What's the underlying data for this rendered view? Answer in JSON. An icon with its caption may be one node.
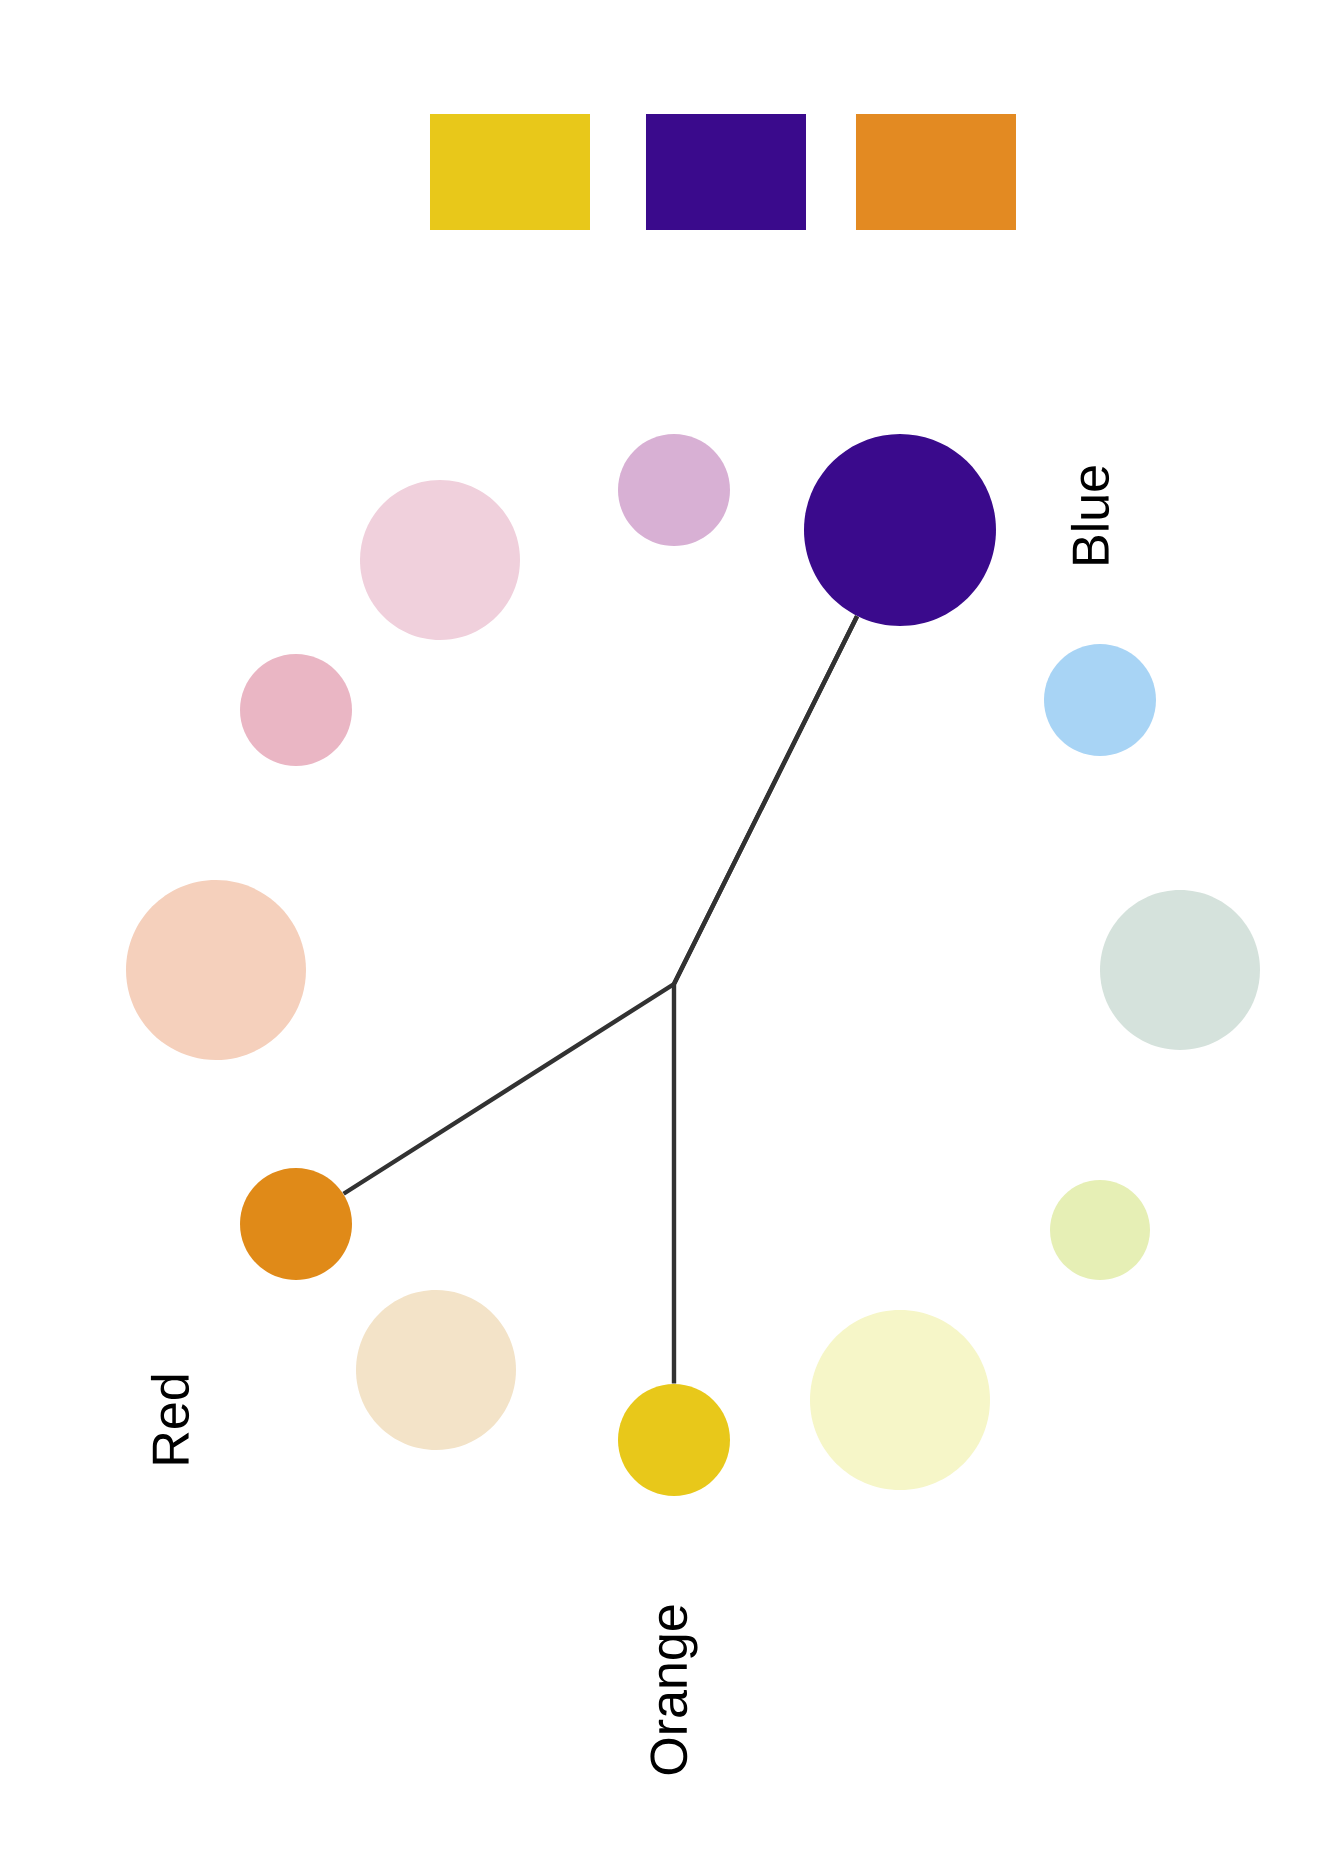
{
  "diagram": {
    "nodes": [
      {
        "text": [],
        "shape": "circle",
        "beside": [
          "Blue"
        ]
      },
      {
        "text": [],
        "shape": "circle"
      },
      {
        "text": [],
        "shape": "circle"
      },
      {
        "text": [],
        "shape": "circle"
      },
      {
        "text": [],
        "shape": "circle"
      },
      {
        "text": [],
        "shape": "circle",
        "beside": [
          "Orange"
        ]
      },
      {
        "text": [],
        "shape": "circle"
      },
      {
        "text": [],
        "shape": "circle",
        "beside": [
          "Red"
        ]
      },
      {
        "text": [],
        "shape": "circle"
      },
      {
        "text": [],
        "shape": "circle"
      },
      {
        "text": [],
        "shape": "circle"
      },
      {
        "text": [],
        "shape": "circle"
      }
    ],
    "edges": [
      {
        "from": 0,
        "to": 7,
        "arrow": "none"
      },
      {
        "from": 0,
        "to": 5,
        "arrow": "none"
      }
    ]
  }
}
